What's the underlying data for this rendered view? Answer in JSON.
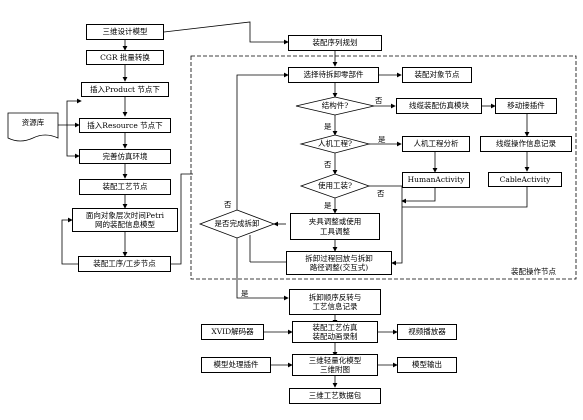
{
  "nodes": {
    "model_3d": "三维设计模型",
    "cgr_convert": "CGR 批量转换",
    "insert_product": "插入Product 节点下",
    "resource_lib": "资源库",
    "insert_resource": "插入Resource 节点下",
    "improve_env": "完善仿真环境",
    "assembly_process_node": "装配工艺节点",
    "petri_model": "面向对象层次时间Petri\n网的装配信息模型",
    "assembly_step_node": "装配工序/工步节点",
    "sequence_plan": "装配序列规划",
    "select_part": "选择待拆卸零部件",
    "assembly_object_node": "装配对象节点",
    "is_structural": "结构件?",
    "cable_module": "线缆装配仿真模块",
    "move_plugin": "移动接插件",
    "is_ergonomic": "人机工程?",
    "ergonomic_analysis": "人机工程分析",
    "cable_record": "线缆操作信息记录",
    "human_activity": "HumanActivity",
    "cable_activity": "CableActivity",
    "use_tool": "使用工装?",
    "fixture_adjust": "夹具调整或使用\n工具调整",
    "disassembly_adjust": "拆卸过程回放与拆卸\n路径调整(交互式)",
    "is_done": "是否完成拆卸",
    "reverse_record": "拆卸顺序反转与\n工艺信息记录",
    "xvid_decoder": "XVID解码器",
    "sim_record": "装配工艺仿真\n装配动画录制",
    "video_player": "视频播放器",
    "model_plugin": "模型处理插件",
    "lightweight_model": "三维轻量化模型\n三维附图",
    "model_output": "模型输出",
    "data_package": "三维工艺数据包"
  },
  "edge_labels": {
    "yes": "是",
    "no": "否"
  },
  "region_label": "装配操作节点"
}
